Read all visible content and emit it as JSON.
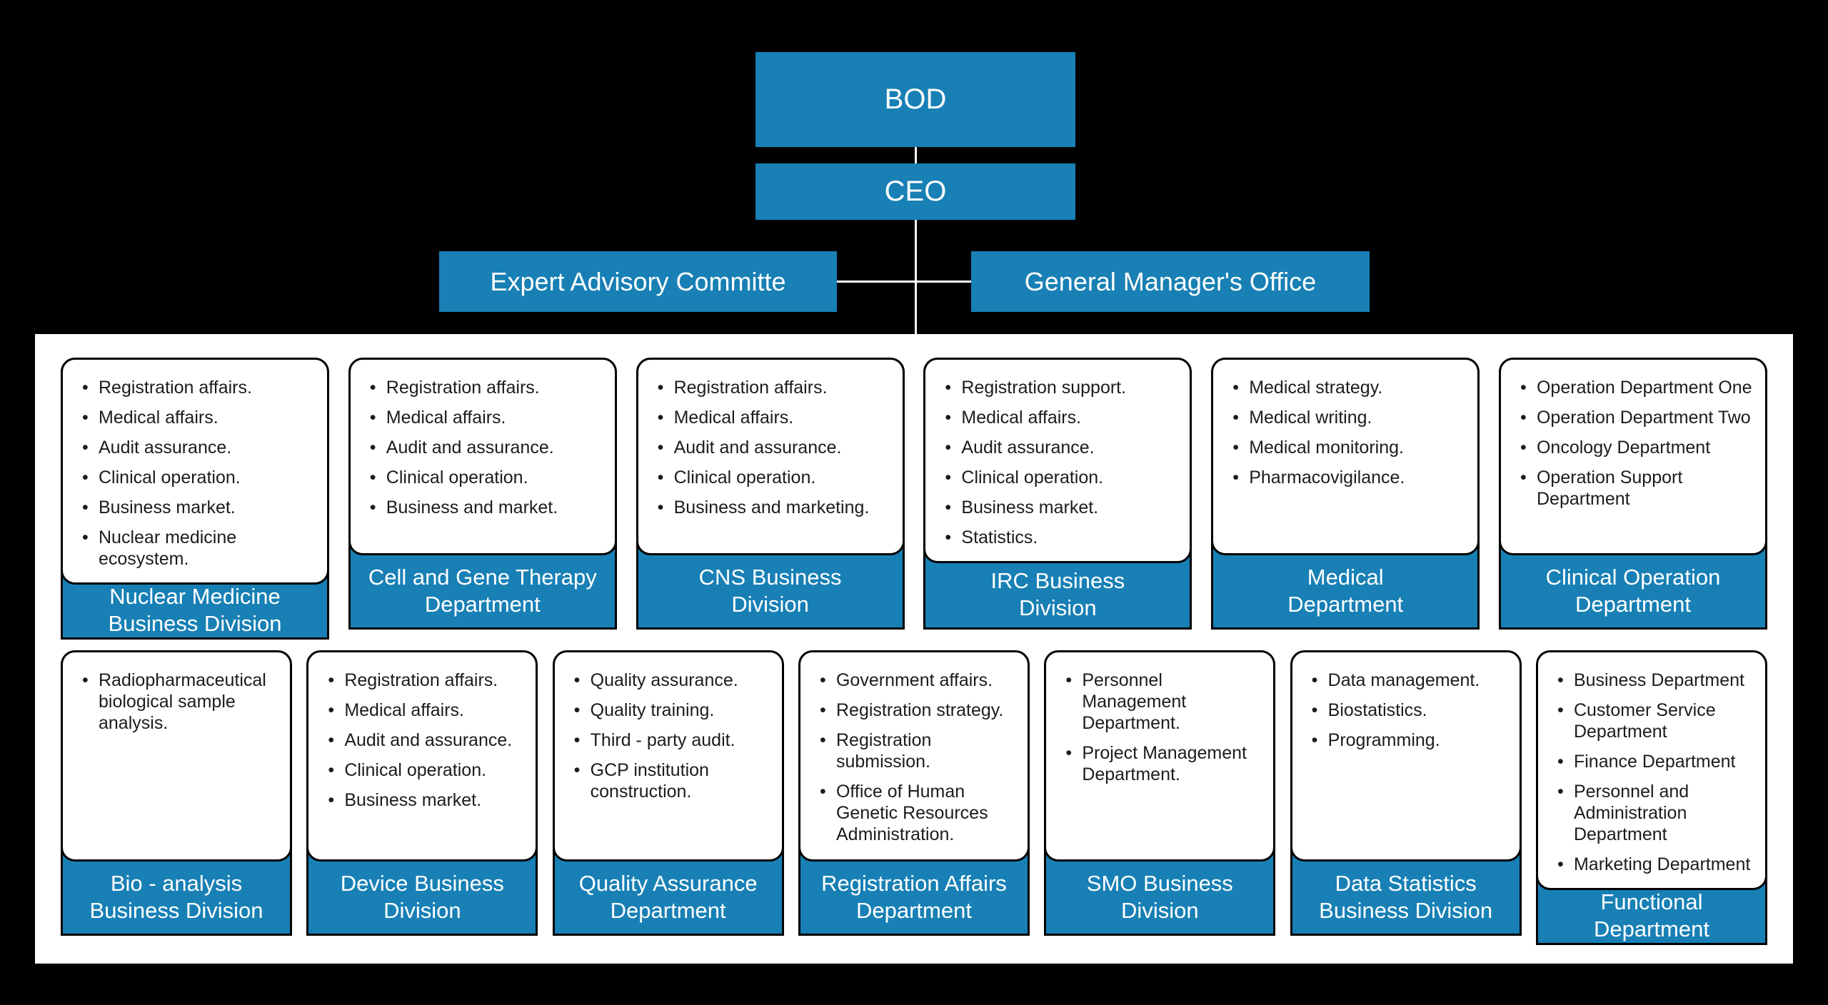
{
  "colors": {
    "accent_blue": "#1880b5",
    "page_background": "#000000",
    "panel_background": "#ffffff",
    "connector_line": "#ffffff",
    "card_border": "#000000",
    "bullet_text": "#1c1c1c",
    "label_text": "#ffffff"
  },
  "top": {
    "bod": "BOD",
    "ceo": "CEO",
    "expert_advisory": "Expert Advisory Committe",
    "general_managers_office": "General Manager's Office"
  },
  "rows": [
    {
      "cards": [
        {
          "title_lines": [
            "Nuclear Medicine",
            "Business Division"
          ],
          "items": [
            "Registration affairs.",
            "Medical affairs.",
            "Audit assurance.",
            "Clinical operation.",
            "Business market.",
            "Nuclear medicine ecosystem."
          ]
        },
        {
          "title_lines": [
            "Cell and Gene Therapy",
            "Department"
          ],
          "items": [
            "Registration affairs.",
            "Medical affairs.",
            "Audit and assurance.",
            "Clinical operation.",
            "Business and market."
          ]
        },
        {
          "title_lines": [
            "CNS Business",
            "Division"
          ],
          "items": [
            "Registration affairs.",
            "Medical affairs.",
            "Audit and assurance.",
            "Clinical operation.",
            "Business and marketing."
          ]
        },
        {
          "title_lines": [
            "IRC Business",
            "Division"
          ],
          "items": [
            "Registration support.",
            "Medical affairs.",
            "Audit assurance.",
            "Clinical operation.",
            "Business market.",
            "Statistics."
          ]
        },
        {
          "title_lines": [
            "Medical",
            "Department"
          ],
          "items": [
            "Medical strategy.",
            "Medical writing.",
            "Medical monitoring.",
            "Pharmacovigilance."
          ]
        },
        {
          "title_lines": [
            "Clinical Operation",
            "Department"
          ],
          "items": [
            "Operation Department One",
            "Operation Department Two",
            "Oncology Department",
            "Operation Support Department"
          ]
        }
      ]
    },
    {
      "cards": [
        {
          "title_lines": [
            "Bio - analysis",
            "Business Division"
          ],
          "items": [
            "Radiopharmaceutical biological sample analysis."
          ]
        },
        {
          "title_lines": [
            "Device Business",
            "Division"
          ],
          "items": [
            "Registration affairs.",
            "Medical affairs.",
            "Audit and assurance.",
            "Clinical operation.",
            "Business market."
          ]
        },
        {
          "title_lines": [
            "Quality Assurance",
            "Department"
          ],
          "items": [
            "Quality assurance.",
            "Quality training.",
            "Third - party audit.",
            "GCP institution construction."
          ]
        },
        {
          "title_lines": [
            "Registration Affairs",
            "Department"
          ],
          "items": [
            "Government affairs.",
            "Registration strategy.",
            "Registration submission.",
            "Office of Human Genetic Resources Administration."
          ]
        },
        {
          "title_lines": [
            "SMO Business",
            "Division"
          ],
          "items": [
            "Personnel Management Department.",
            "Project Management Department."
          ]
        },
        {
          "title_lines": [
            "Data Statistics",
            "Business Division"
          ],
          "items": [
            "Data management.",
            "Biostatistics.",
            "Programming."
          ]
        },
        {
          "title_lines": [
            "Functional",
            "Department"
          ],
          "items": [
            "Business Department",
            "Customer Service Department",
            "Finance Department",
            "Personnel and Administration Department",
            "Marketing Department"
          ]
        }
      ]
    }
  ]
}
